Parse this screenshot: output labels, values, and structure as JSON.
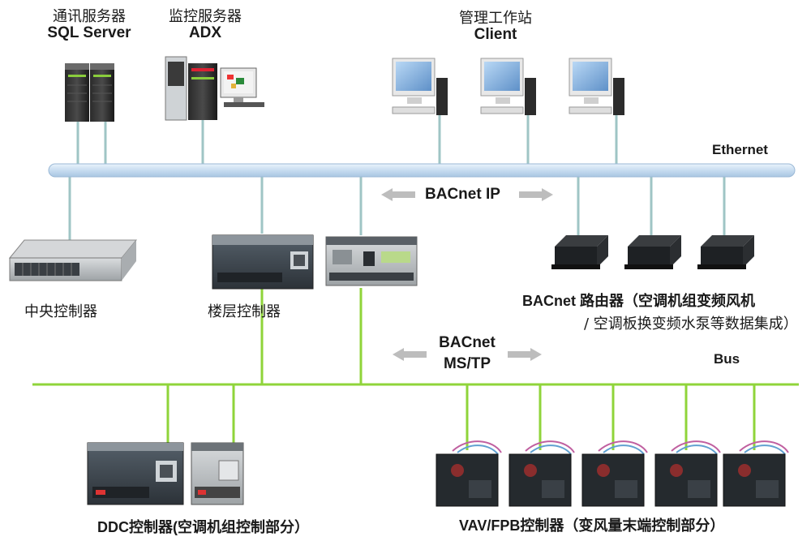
{
  "servers": {
    "comm_server": {
      "name_cn": "通讯服务器",
      "name_en": "SQL Server"
    },
    "monitor_server": {
      "name_cn": "监控服务器",
      "name_en": "ADX"
    },
    "workstation": {
      "name_cn": "管理工作站",
      "name_en": "Client"
    }
  },
  "networks": {
    "ethernet_label": "Ethernet",
    "bus_label": "Bus",
    "bacnet_ip": "BACnet IP",
    "bacnet_mstp_line1": "BACnet",
    "bacnet_mstp_line2": "MS/TP"
  },
  "devices": {
    "central_controller": "中央控制器",
    "floor_controller": "楼层控制器",
    "router_line1": "BACnet 路由器（空调机组变频风机",
    "router_line2": "/ 空调板换变频水泵等数据集成）",
    "ddc_controller": "DDC控制器(空调机组控制部分）",
    "vav_controller": "VAV/FPB控制器（变风量末端控制部分）"
  },
  "colors": {
    "ethernet_bar": "#c8dcf0",
    "ethernet_line": "#9ec6c6",
    "bus_line": "#8fd43a",
    "arrow": "#b8b8b8"
  }
}
